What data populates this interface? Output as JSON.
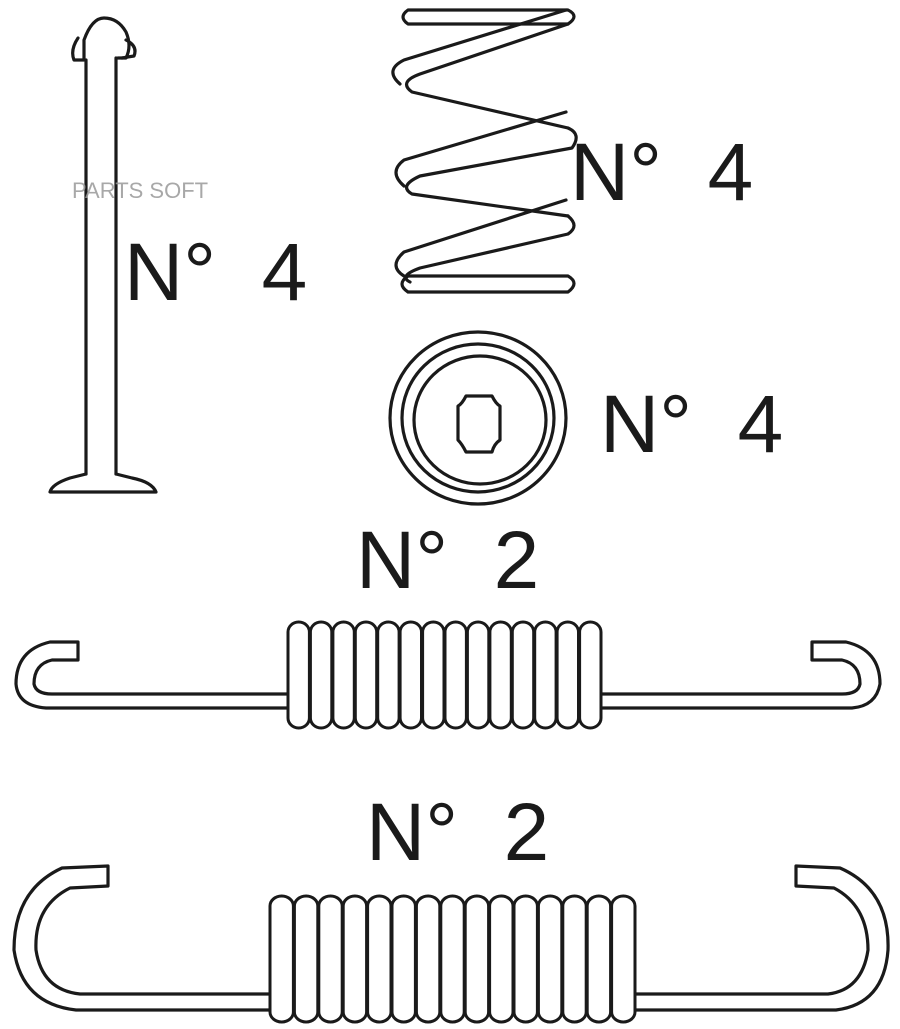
{
  "watermark": "PARTS SOFT",
  "parts": [
    {
      "name": "hold-down-pin",
      "label": "N°  4"
    },
    {
      "name": "hold-down-spring",
      "label": "N°  4"
    },
    {
      "name": "retainer-cup",
      "label": "N°  4"
    },
    {
      "name": "short-return-spring",
      "label": "N°  2"
    },
    {
      "name": "long-return-spring",
      "label": "N°  2"
    }
  ],
  "colors": {
    "line": "#1a1a1a",
    "background": "#ffffff",
    "watermark": "#9a9a9a"
  }
}
